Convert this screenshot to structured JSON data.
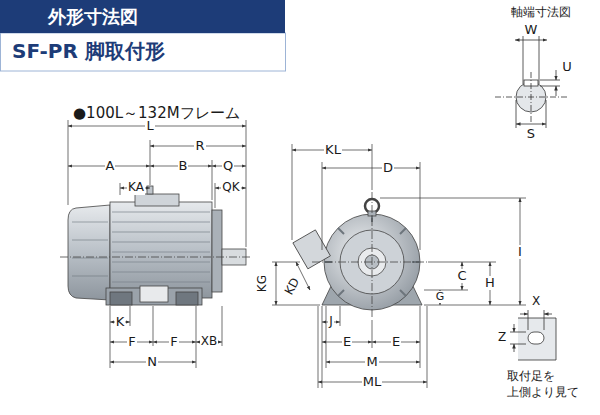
{
  "diagram": {
    "title": "SF-PR 脚取付形",
    "nodes": [
      {
        "text": [
          "外形寸法図"
        ]
      }
    ],
    "labels": [
      "軸端寸法図",
      "W",
      "U",
      "S",
      "●100L～132Mフレーム",
      "L",
      "R",
      "A",
      "B",
      "Q",
      "KA",
      "QK",
      "KL",
      "D",
      "I",
      "H",
      "C",
      "G",
      "KG",
      "KD",
      "K",
      "F",
      "F",
      "XB",
      "N",
      "J",
      "E",
      "E",
      "M",
      "ML",
      "X",
      "Z",
      "取付足を 上側より見て"
    ]
  }
}
